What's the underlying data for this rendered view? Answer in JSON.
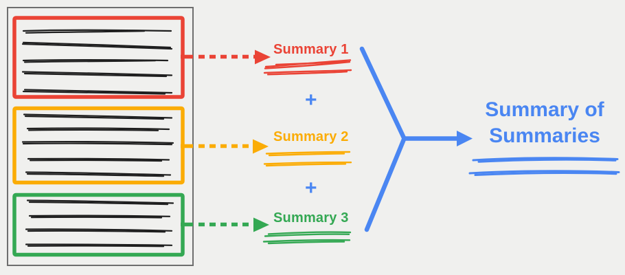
{
  "palette": {
    "background": "#f0f0ee",
    "frame_gray": "#6e6e6e",
    "ink": "#1f1f1f",
    "red": "#ea4335",
    "yellow": "#fbac05",
    "green": "#34a853",
    "blue": "#4a86f2"
  },
  "document_stack": {
    "documents": [
      {
        "name": "document-1",
        "color": "red",
        "text_lines": 5
      },
      {
        "name": "document-2",
        "color": "yellow",
        "text_lines": 5
      },
      {
        "name": "document-3",
        "color": "green",
        "text_lines": 4
      }
    ]
  },
  "summaries": [
    {
      "label": "Summary 1",
      "color": "red"
    },
    {
      "label": "Summary 2",
      "color": "yellow"
    },
    {
      "label": "Summary 3",
      "color": "green"
    }
  ],
  "operators": {
    "plus": "+"
  },
  "result": {
    "lines": [
      "Summary of",
      "Summaries"
    ],
    "color": "blue"
  }
}
